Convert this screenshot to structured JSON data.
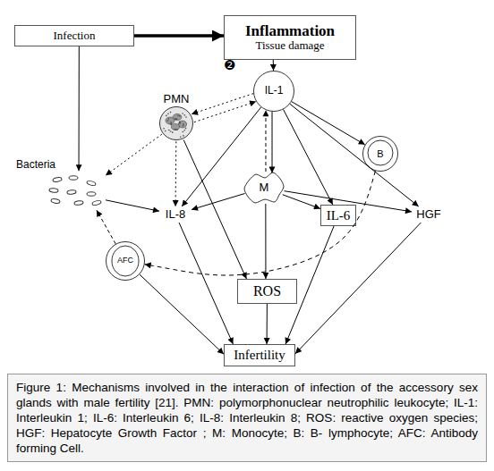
{
  "diagram": {
    "caption": "Figure 1: Mechanisms involved in the interaction of infection of the accessory sex glands with male fertility [21]. PMN: polymorphonuclear neutrophilic leukocyte; IL-1: Interleukin 1; IL-6: Interleukin 6; IL-8: Interleukin 8; ROS: reactive oxygen species; HGF: Hepatocyte Growth Factor ; M: Monocyte; B: B- lymphocyte; AFC: Antibody forming Cell.",
    "nodes": [
      {
        "text": [
          "Infection"
        ]
      },
      {
        "text": [
          "Inflammation",
          "Tissue damage"
        ]
      },
      {
        "text": [
          "IL-1"
        ]
      },
      {
        "text": [
          "PMN"
        ]
      },
      {
        "text": [
          "Bacteria"
        ]
      },
      {
        "text": [
          "B"
        ]
      },
      {
        "text": [
          "M"
        ]
      },
      {
        "text": [
          "IL-8"
        ]
      },
      {
        "text": [
          "IL-6"
        ]
      },
      {
        "text": [
          "HGF"
        ]
      },
      {
        "text": [
          "AFC"
        ]
      },
      {
        "text": [
          "ROS"
        ]
      },
      {
        "text": [
          "Infertility"
        ]
      }
    ],
    "edges": [
      {
        "from": 0,
        "to": 1,
        "arrow": "to"
      },
      {
        "from": 1,
        "to": 2,
        "arrow": "to"
      },
      {
        "from": 0,
        "to": 4,
        "arrow": "to"
      },
      {
        "from": 2,
        "to": 3,
        "arrow": "to"
      },
      {
        "from": 3,
        "to": 2,
        "arrow": "to"
      },
      {
        "from": 3,
        "to": 4,
        "arrow": "to"
      },
      {
        "from": 3,
        "to": 7,
        "arrow": "to"
      },
      {
        "from": 3,
        "to": 11,
        "arrow": "to"
      },
      {
        "from": 4,
        "to": 7,
        "arrow": "to"
      },
      {
        "from": 2,
        "to": 7,
        "arrow": "to"
      },
      {
        "from": 2,
        "to": 6,
        "arrow": "to"
      },
      {
        "from": 6,
        "to": 2,
        "arrow": "to"
      },
      {
        "from": 2,
        "to": 8,
        "arrow": "to"
      },
      {
        "from": 2,
        "to": 5,
        "arrow": "to"
      },
      {
        "from": 2,
        "to": 9,
        "arrow": "to"
      },
      {
        "from": 6,
        "to": 7,
        "arrow": "to"
      },
      {
        "from": 6,
        "to": 8,
        "arrow": "to"
      },
      {
        "from": 6,
        "to": 11,
        "arrow": "to"
      },
      {
        "from": 6,
        "to": 9,
        "arrow": "to"
      },
      {
        "from": 5,
        "to": 10,
        "arrow": "to"
      },
      {
        "from": 10,
        "to": 4,
        "arrow": "to"
      },
      {
        "from": 7,
        "to": 12,
        "arrow": "to"
      },
      {
        "from": 10,
        "to": 12,
        "arrow": "to"
      },
      {
        "from": 11,
        "to": 12,
        "arrow": "to"
      },
      {
        "from": 8,
        "to": 12,
        "arrow": "to"
      },
      {
        "from": 9,
        "to": 12,
        "arrow": "to"
      }
    ],
    "labels": [
      "❷"
    ]
  }
}
